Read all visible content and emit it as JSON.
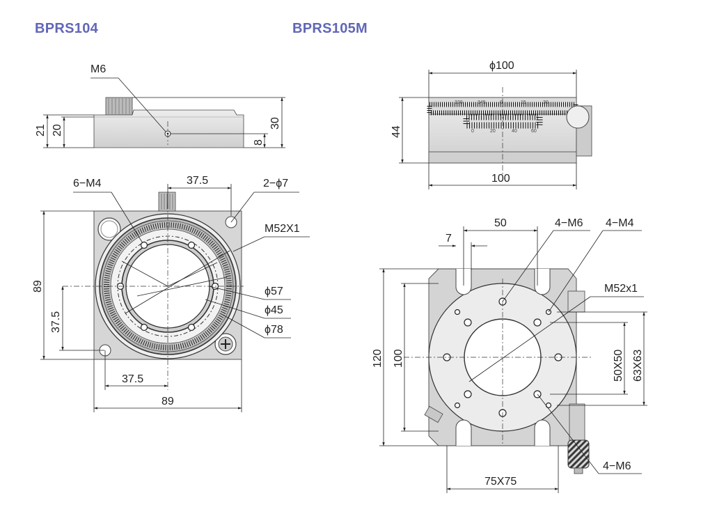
{
  "titles": {
    "left": "BPRS104",
    "right": "BPRS105M"
  },
  "left_side_view": {
    "thread_label": "M6",
    "dims": {
      "h21": "21",
      "h20": "20",
      "h30": "30",
      "h8": "8"
    }
  },
  "left_top_view": {
    "labels": {
      "holes_m4": "6−M4",
      "spacing": "37.5",
      "holes_phi7": "2−ϕ7",
      "thread": "M52X1",
      "phi57": "ϕ57",
      "phi45": "ϕ45",
      "phi78": "ϕ78"
    },
    "dims": {
      "height": "89",
      "vertical_spacing": "37.5",
      "horizontal_spacing": "37.5",
      "width": "89"
    }
  },
  "right_side_view": {
    "dims": {
      "width_top": "ϕ100",
      "height": "44",
      "width_bottom": "100"
    },
    "scale_top": [
      "330",
      "345",
      "0",
      "15",
      "30"
    ],
    "scale_bottom": [
      "0",
      "20",
      "40",
      "60"
    ]
  },
  "right_top_view": {
    "labels": {
      "slot_spacing": "50",
      "slot_width": "7",
      "holes_m6": "4−M6",
      "holes_m4": "4−M4",
      "thread": "M52x1",
      "holes_m6_bottom": "4−M6"
    },
    "dims": {
      "height_outer": "120",
      "height_inner": "100",
      "pattern_50": "50X50",
      "pattern_63": "63X63",
      "pattern_75": "75X75"
    }
  }
}
